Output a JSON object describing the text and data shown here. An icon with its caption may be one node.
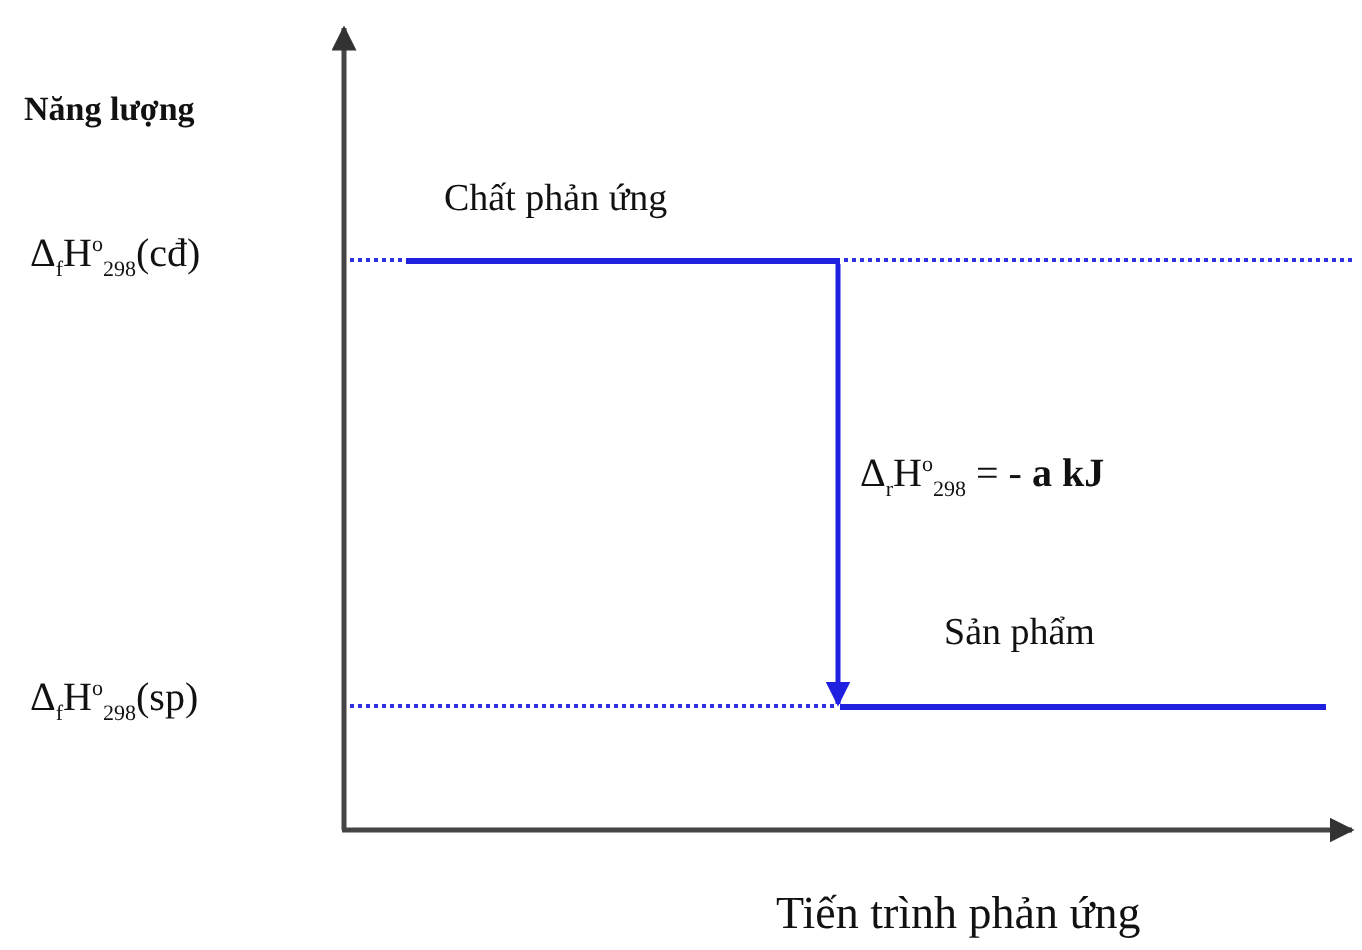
{
  "diagram": {
    "nodes": [
      {
        "text": [],
        "shape": "bar",
        "beside": [
          "Chất phản ứng"
        ]
      },
      {
        "text": [],
        "shape": "bar",
        "beside": [
          "Sản phẩm"
        ]
      }
    ],
    "edges": [
      {
        "from": 0,
        "to": 1,
        "arrow": "to",
        "label": "Δ$_{r}$H$^{o}$$_{298}$ = - **a kJ**"
      }
    ],
    "labels": [
      "Năng lượng",
      "Δ$_{f}$H$^{o}$$_{298}$(cđ)",
      "Δ$_{f}$H$^{o}$$_{298}$(sp)",
      "Tiến trình phản ứng"
    ]
  }
}
